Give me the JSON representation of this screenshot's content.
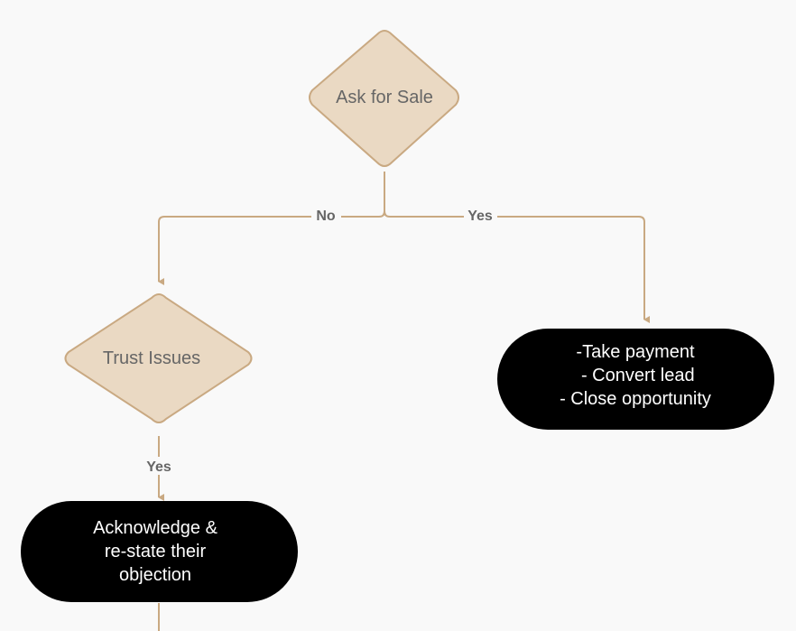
{
  "colors": {
    "background": "#f9f9f9",
    "connector": "#c9a982",
    "decision_fill": "#ead9c3",
    "decision_stroke": "#c9a982",
    "decision_text": "#666666",
    "terminal_fill": "#000000",
    "terminal_text": "#ffffff",
    "label_text": "#666666"
  },
  "nodes": {
    "ask_for_sale": {
      "shape": "decision",
      "lines": [
        "Ask for Sale"
      ]
    },
    "trust_issues": {
      "shape": "decision",
      "lines": [
        "Trust Issues"
      ]
    },
    "close_actions": {
      "shape": "terminal",
      "lines": [
        "-Take payment",
        " - Convert lead",
        "- Close opportunity"
      ]
    },
    "acknowledge": {
      "shape": "terminal",
      "lines": [
        "Acknowledge &",
        "re-state their",
        "objection"
      ]
    }
  },
  "edges": {
    "no": {
      "from": "ask_for_sale",
      "to": "trust_issues",
      "label": "No"
    },
    "yes_close": {
      "from": "ask_for_sale",
      "to": "close_actions",
      "label": "Yes"
    },
    "yes_ack": {
      "from": "trust_issues",
      "to": "acknowledge",
      "label": "Yes"
    }
  }
}
